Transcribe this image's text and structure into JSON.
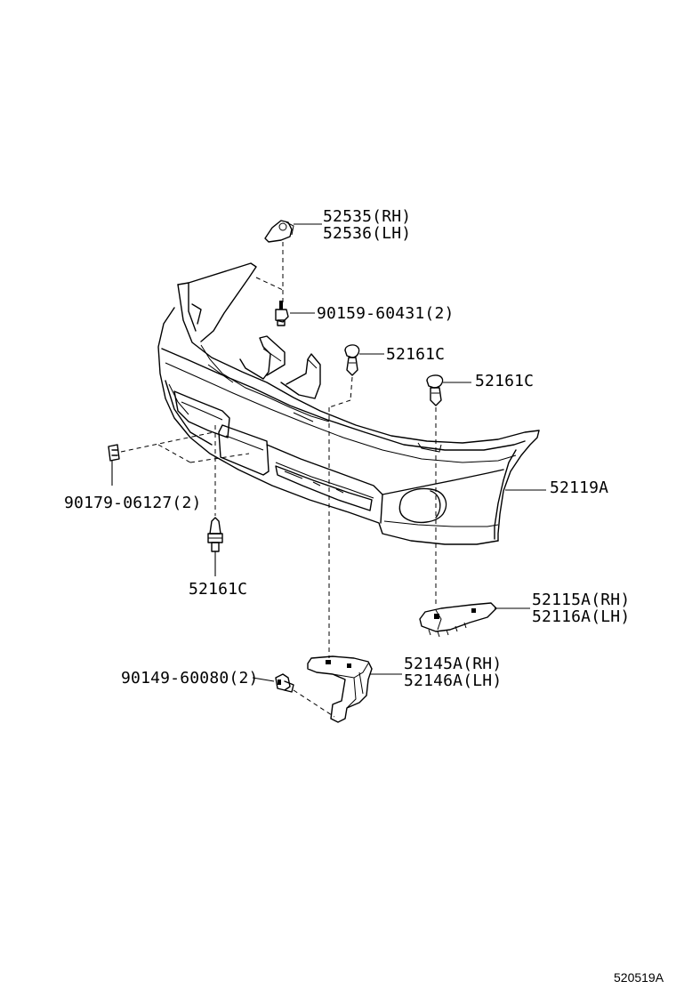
{
  "diagram_id": "520519A",
  "callouts": {
    "bracket_upper_rh": "52535(RH)",
    "bracket_upper_lh": "52536(LH)",
    "screw_top": "90159-60431(2)",
    "clip_center": "52161C",
    "clip_right": "52161C",
    "bumper_cover": "52119A",
    "nut_left": "90179-06127(2)",
    "clip_lower_left": "52161C",
    "retainer_rh": "52115A(RH)",
    "retainer_lh": "52116A(LH)",
    "screw_bottom": "90149-60080(2)",
    "bracket_lower_rh": "52145A(RH)",
    "bracket_lower_lh": "52146A(LH)"
  }
}
